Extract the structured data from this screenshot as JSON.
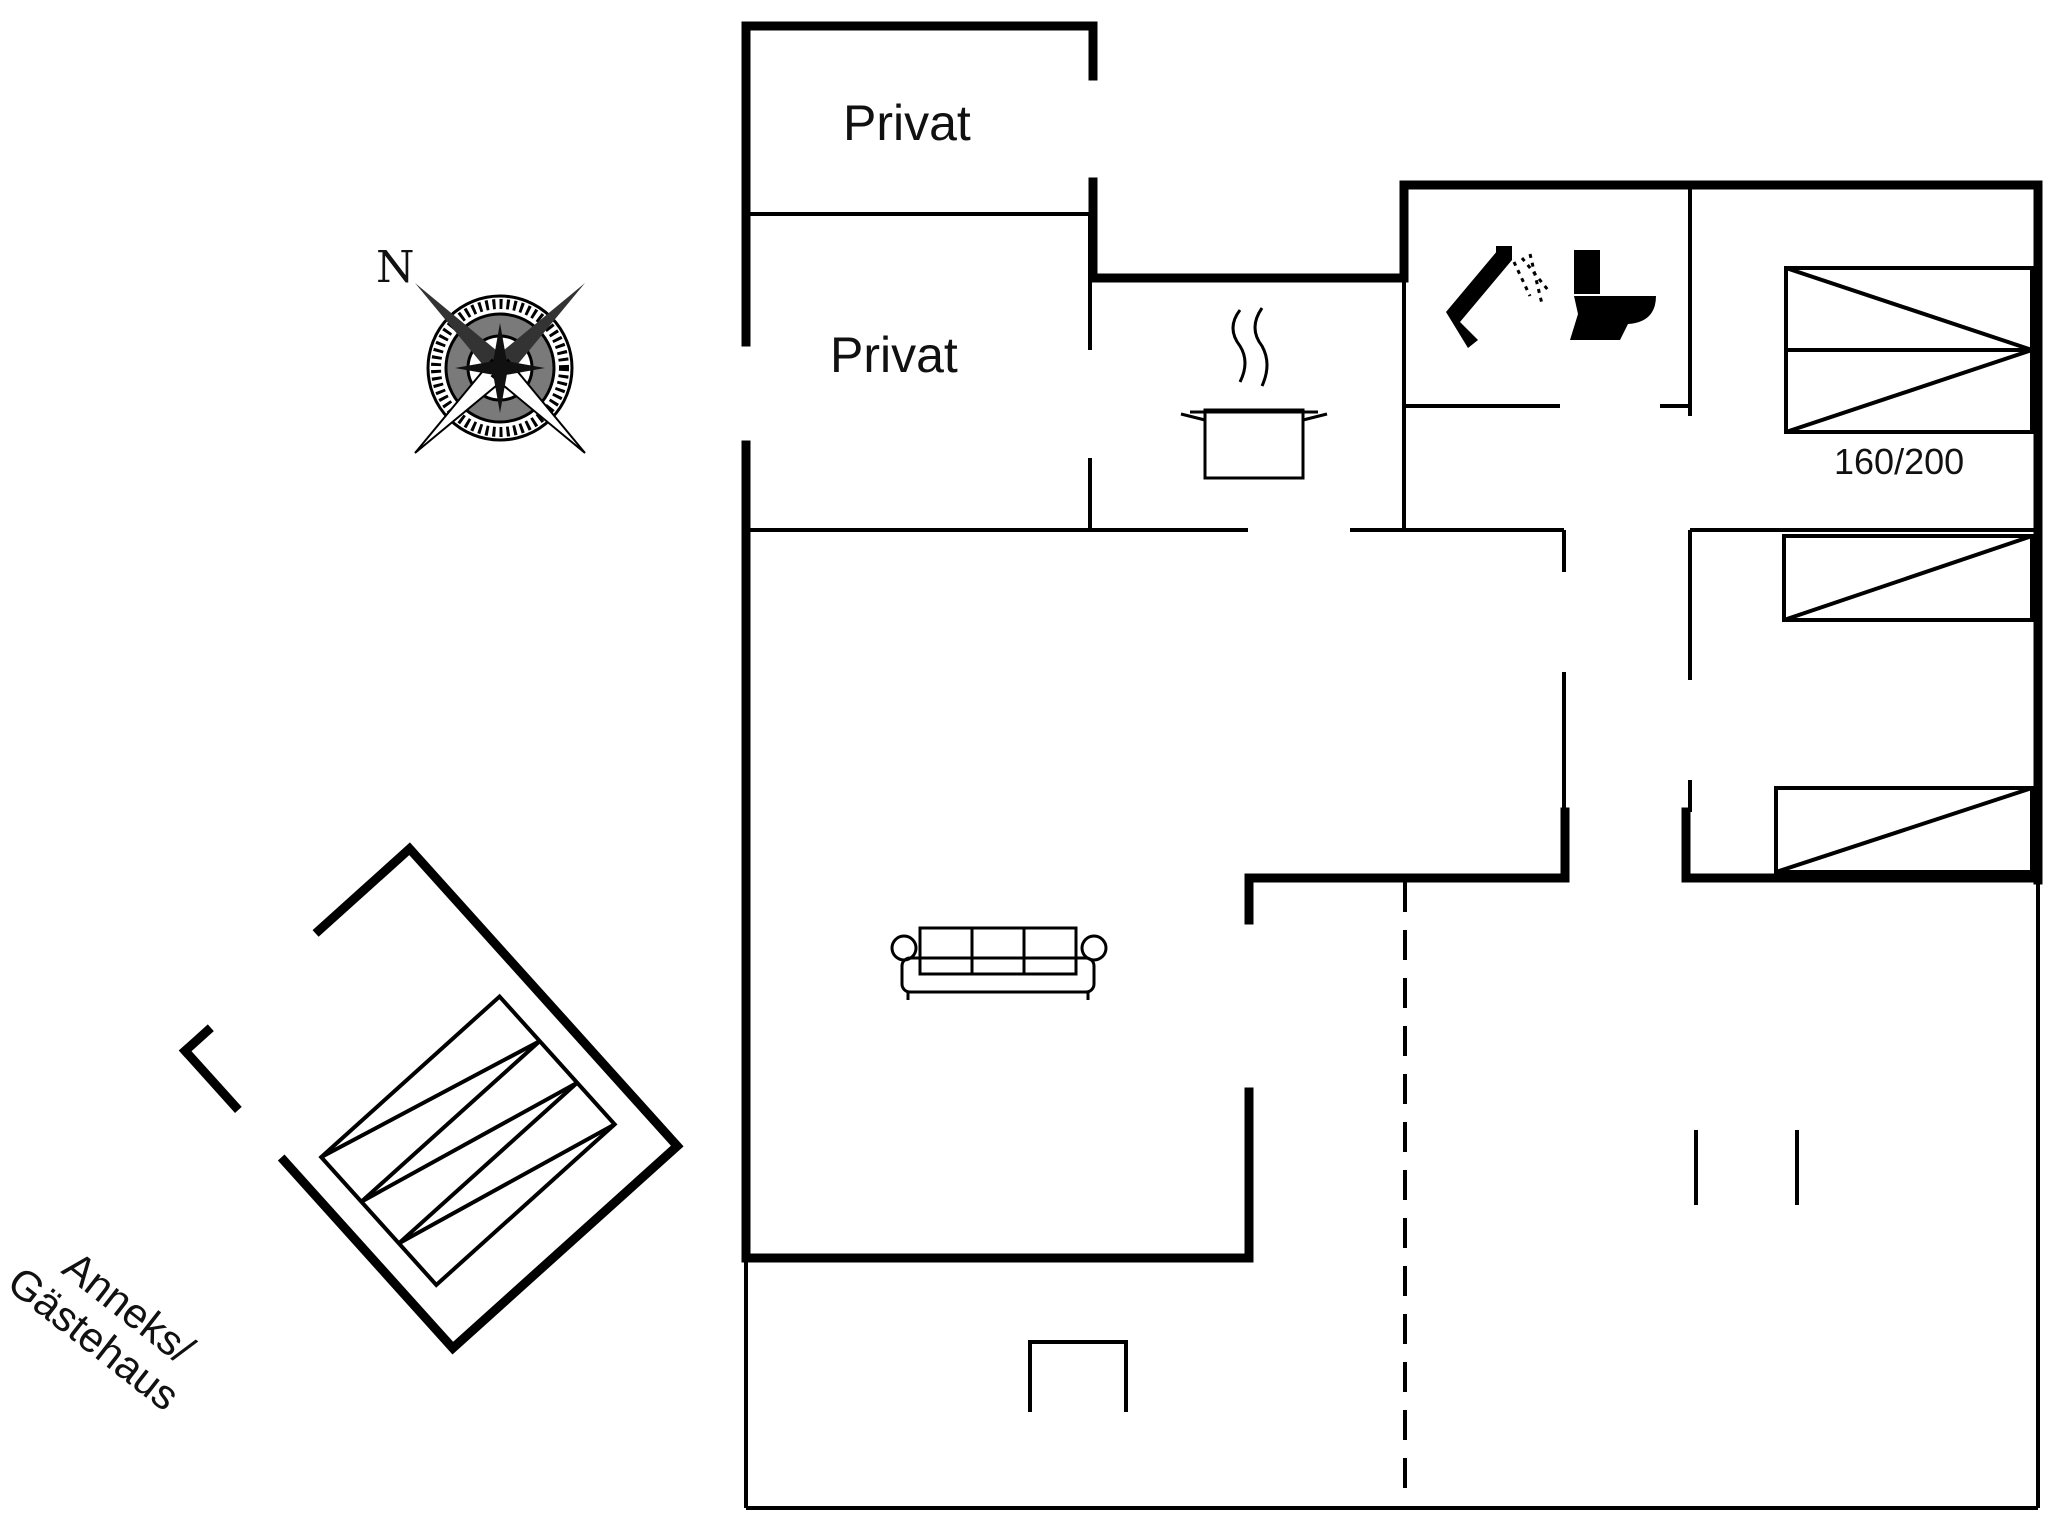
{
  "rooms": {
    "privat_top": "Privat",
    "privat_middle": "Privat"
  },
  "bed_size": "160/200",
  "compass": {
    "north_label": "N"
  },
  "annex": {
    "line1": "Anneks/",
    "line2": "Gästehaus"
  },
  "icons": {
    "kitchen": "cooking-pot-icon",
    "shower": "shower-icon",
    "toilet": "toilet-icon",
    "living": "sofa-icon",
    "compass": "compass-rose-icon"
  }
}
